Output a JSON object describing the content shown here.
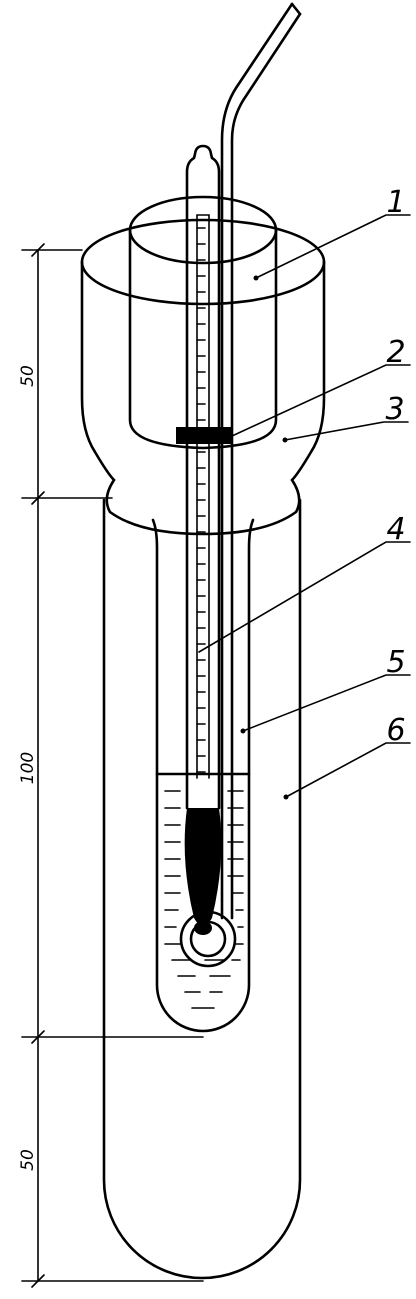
{
  "dimensions": {
    "top": "50",
    "middle": "100",
    "bottom": "50"
  },
  "labels": [
    "1",
    "2",
    "3",
    "4",
    "5",
    "6"
  ],
  "colors": {
    "line": "#000000",
    "background": "#ffffff"
  }
}
